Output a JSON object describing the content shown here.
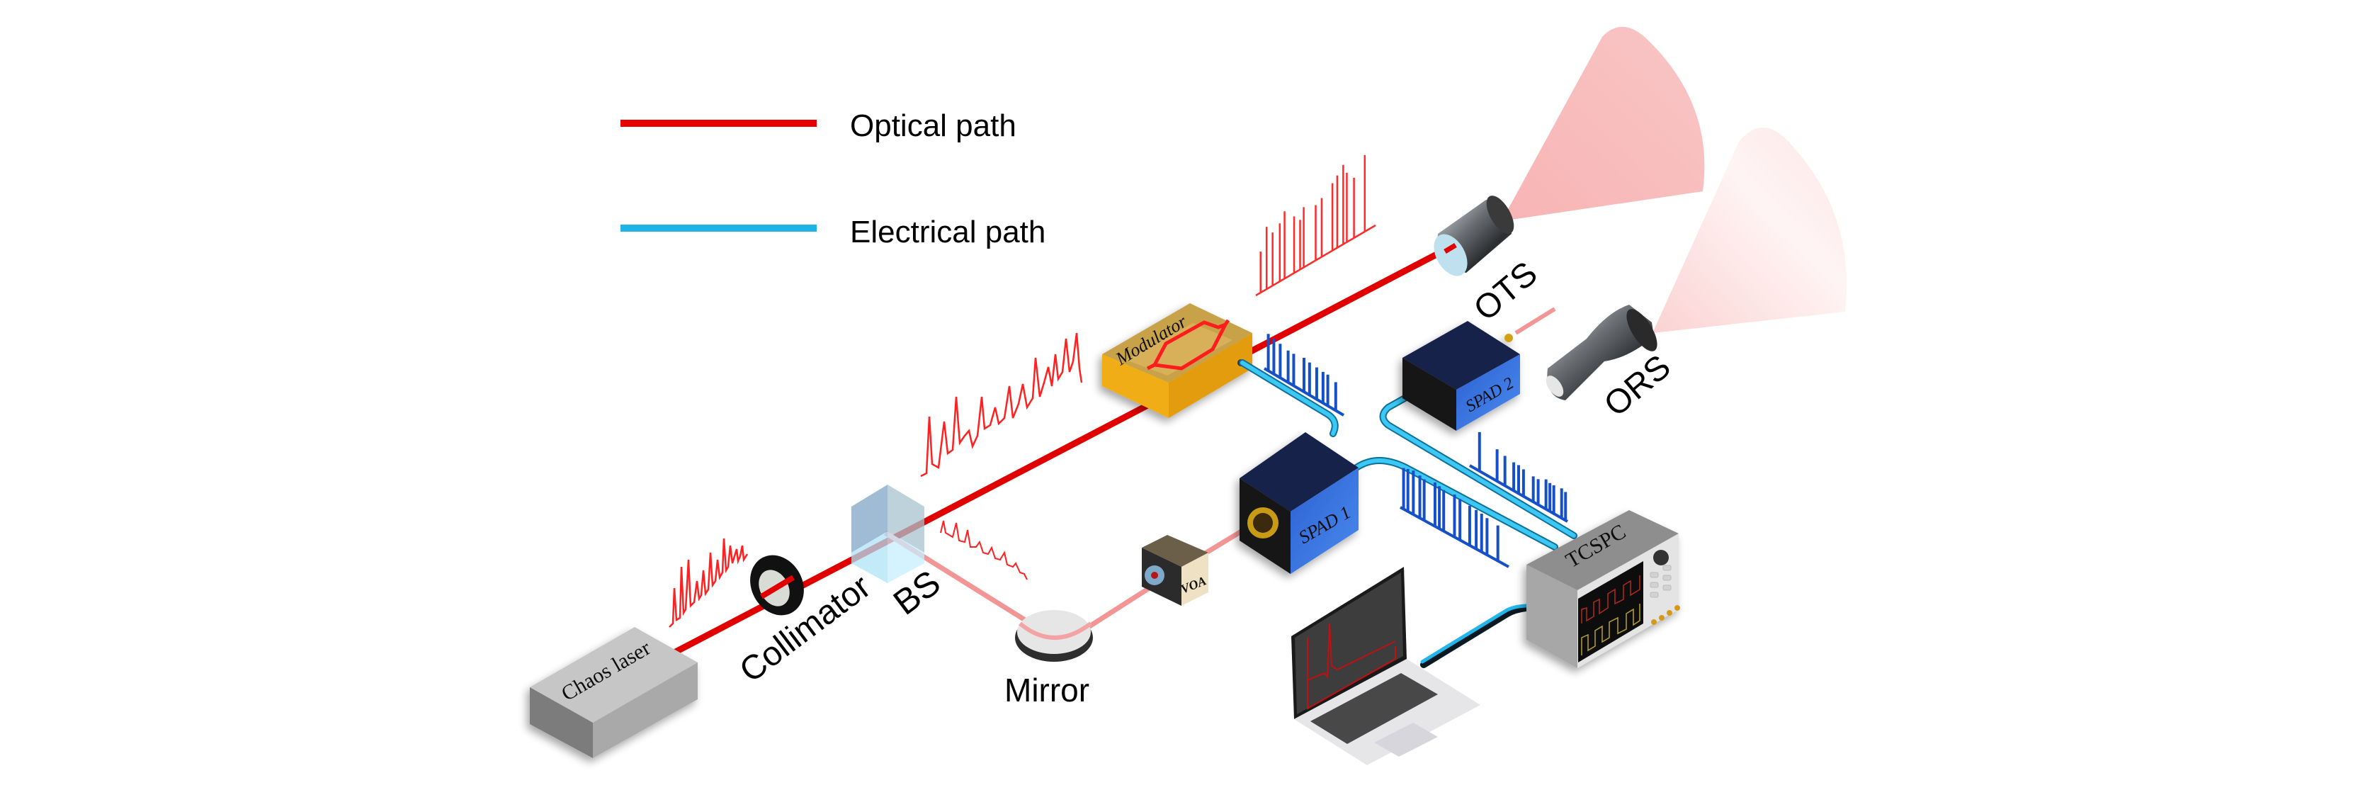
{
  "legend": {
    "items": [
      {
        "label": "Optical path",
        "color": "#e60000"
      },
      {
        "label": "Electrical path",
        "color": "#1fb4e6"
      }
    ]
  },
  "components": {
    "chaos_laser": "Chaos laser",
    "collimator": "Collimator",
    "beam_splitter": "BS",
    "mirror": "Mirror",
    "voa": "VOA",
    "modulator": "Modulator",
    "spad1": "SPAD 1",
    "spad2": "SPAD 2",
    "tcspc": "TCSPC",
    "ots": "OTS",
    "ors": "ORS"
  },
  "colors": {
    "optical": "#e60000",
    "optical_weak": "#f08a8a",
    "electrical": "#1fb4e6",
    "pulse": "#1550c8",
    "modulator_gold": "#e0a010",
    "spad_blue": "#3a78e0",
    "cone_ots": "#f9c0c0",
    "cone_ors": "#fde2e2"
  }
}
